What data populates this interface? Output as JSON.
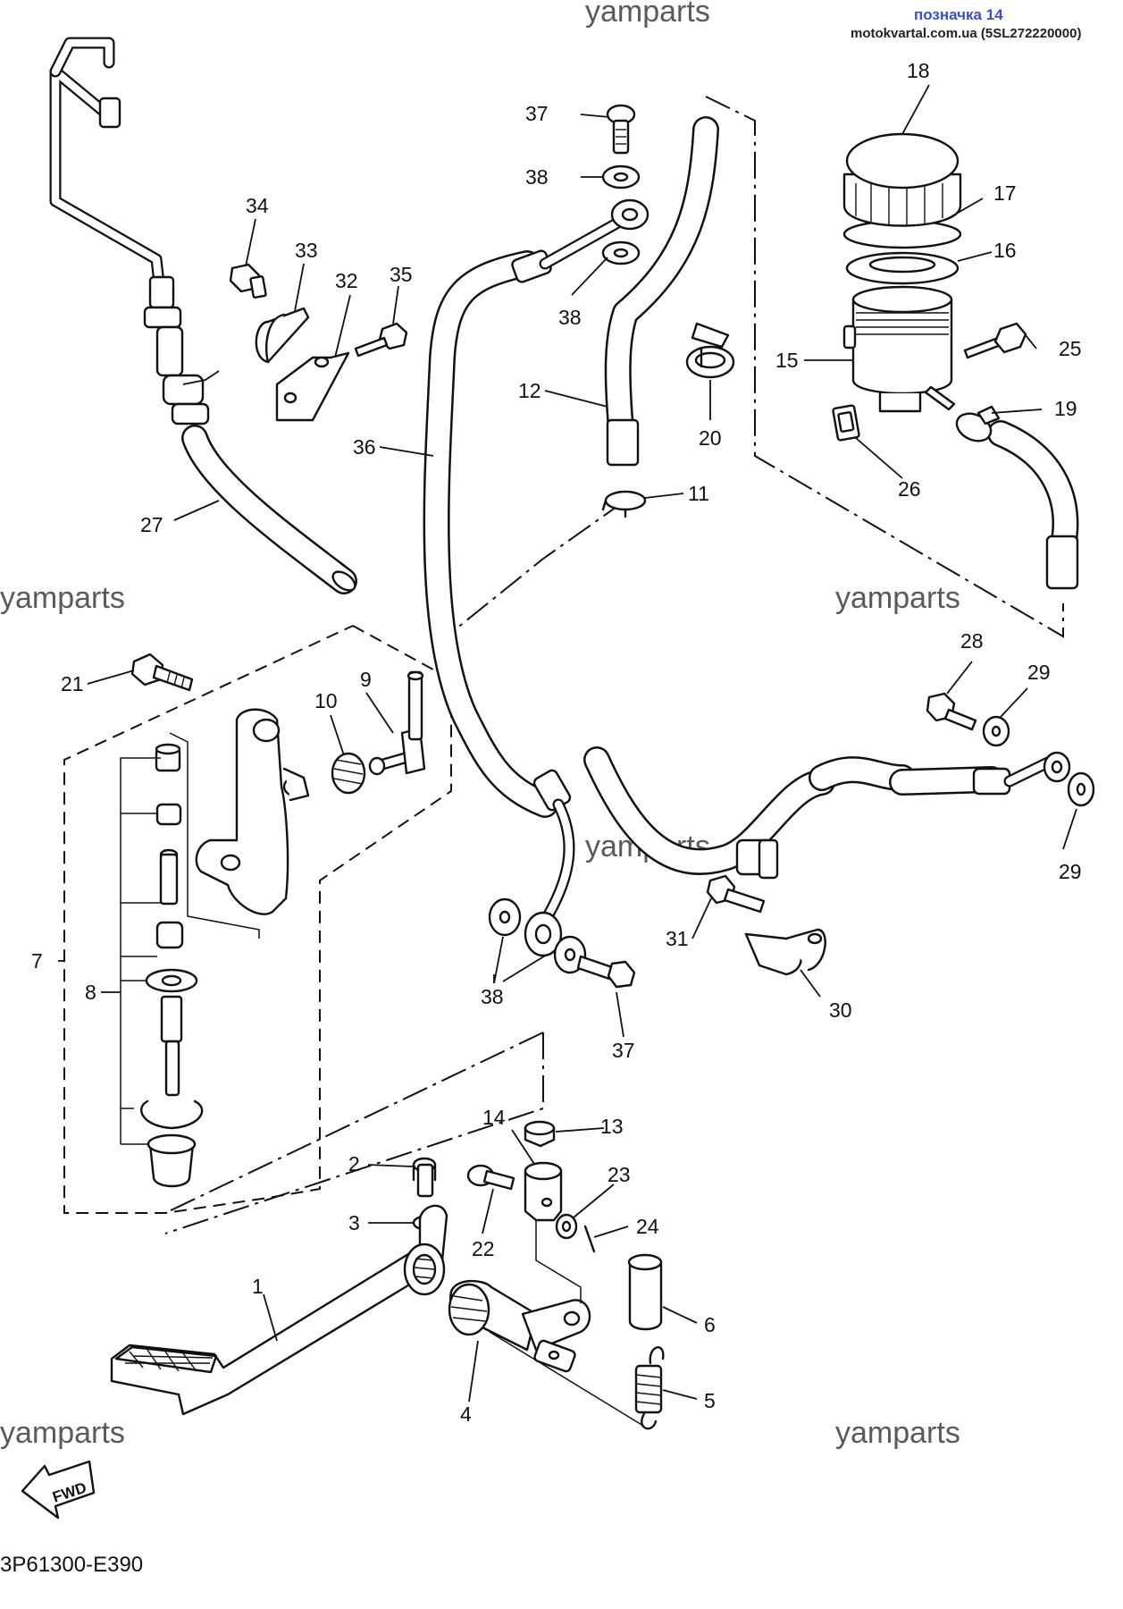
{
  "header": {
    "watermark_top": "yamparts",
    "tag": "позначка 14",
    "source": "motokvartal.com.ua (5SL272220000)"
  },
  "watermarks": [
    "yamparts",
    "yamparts",
    "yamparts",
    "yamparts",
    "yamparts"
  ],
  "fwd_label": "FWD",
  "diagram_code": "3P61300-E390",
  "callouts": {
    "c1": "1",
    "c2": "2",
    "c3": "3",
    "c4": "4",
    "c5": "5",
    "c6": "6",
    "c7": "7",
    "c8": "8",
    "c9": "9",
    "c10": "10",
    "c11": "11",
    "c12": "12",
    "c13": "13",
    "c14": "14",
    "c15": "15",
    "c16": "16",
    "c17": "17",
    "c18": "18",
    "c19": "19",
    "c20": "20",
    "c21": "21",
    "c22": "22",
    "c23": "23",
    "c24": "24",
    "c25": "25",
    "c26": "26",
    "c27": "27",
    "c28": "28",
    "c29a": "29",
    "c29b": "29",
    "c30": "30",
    "c31": "31",
    "c32": "32",
    "c33": "33",
    "c34": "34",
    "c35": "35",
    "c36": "36",
    "c37a": "37",
    "c37b": "37",
    "c38a": "38",
    "c38b": "38",
    "c38c": "38"
  }
}
